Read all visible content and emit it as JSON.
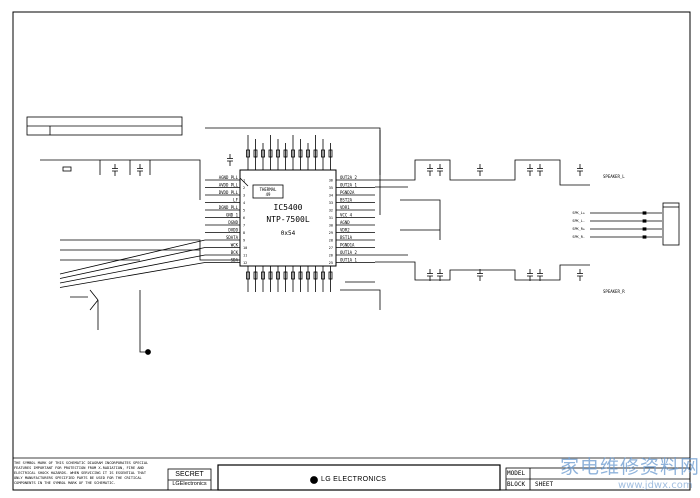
{
  "ic": {
    "ref": "IC5400",
    "part": "NTP-7500L",
    "addr": "0x54",
    "thermal": "THERMAL",
    "thermal_pin": "49",
    "left_pins": [
      {
        "num": "1",
        "name": "AGND PLL"
      },
      {
        "num": "2",
        "name": "AVDD PLL"
      },
      {
        "num": "3",
        "name": "DVDD PLL"
      },
      {
        "num": "4",
        "name": "LF"
      },
      {
        "num": "5",
        "name": "DGND PLL"
      },
      {
        "num": "6",
        "name": "GND 1"
      },
      {
        "num": "7",
        "name": "DGND"
      },
      {
        "num": "8",
        "name": "DVDD"
      },
      {
        "num": "9",
        "name": "SDATA"
      },
      {
        "num": "10",
        "name": "WCK"
      },
      {
        "num": "11",
        "name": "BCK"
      },
      {
        "num": "12",
        "name": "SDA"
      }
    ],
    "right_pins": [
      {
        "num": "36",
        "name": "OUT2A 2"
      },
      {
        "num": "35",
        "name": "OUT2A 1"
      },
      {
        "num": "34",
        "name": "PGND2A"
      },
      {
        "num": "33",
        "name": "BST2A"
      },
      {
        "num": "32",
        "name": "VDR1"
      },
      {
        "num": "31",
        "name": "VCC 4"
      },
      {
        "num": "30",
        "name": "AGND"
      },
      {
        "num": "29",
        "name": "VDR2"
      },
      {
        "num": "28",
        "name": "BST1A"
      },
      {
        "num": "27",
        "name": "PGND1A"
      },
      {
        "num": "26",
        "name": "OUT1A 2"
      },
      {
        "num": "25",
        "name": "OUT1A 1"
      }
    ]
  },
  "speakers": {
    "top": "SPEAKER_L",
    "bottom": "SPEAKER_R"
  },
  "connector": {
    "pins": [
      "SPK_L+",
      "SPK_L-",
      "SPK_R+",
      "SPK_R-"
    ]
  },
  "title_block": {
    "notice": "THE SYMBOL MARK OF THIS SCHEMATIC DIAGRAM INCORPORATES SPECIAL FEATURES IMPORTANT FOR PROTECTION FROM X-RADIATION, FIRE AND ELECTRICAL SHOCK HAZARDS. WHEN SERVICING IT IS ESSENTIAL THAT ONLY MANUFACTURERS SPECIFIED PARTS BE USED FOR THE CRITICAL COMPONENTS IN THE SYMBOL MARK OF THE SCHEMATIC.",
    "secret": "SECRET",
    "brand_small": "LGElectronics",
    "brand": "LG ELECTRONICS",
    "model_label": "MODEL",
    "block_label": "BLOCK",
    "sheet_label": "SHEET"
  },
  "watermark": {
    "cn": "家电维修资料网",
    "url": "www.jdwx.com"
  }
}
